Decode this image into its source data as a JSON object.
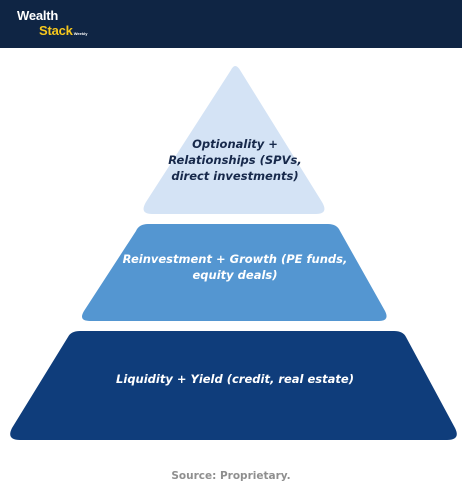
{
  "header": {
    "logo_line1": "Wealth",
    "logo_line2": "Stack",
    "logo_small": "Weekly"
  },
  "pyramid": {
    "tiers": [
      {
        "label": "Optionality + Relationships (SPVs, direct investments)",
        "color": "#d4e3f5"
      },
      {
        "label": "Reinvestment + Growth (PE funds, equity deals)",
        "color": "#5496d1"
      },
      {
        "label": "Liquidity + Yield (credit, real estate)",
        "color": "#0f3d7b"
      }
    ]
  },
  "footer": {
    "source": "Source: Proprietary."
  }
}
